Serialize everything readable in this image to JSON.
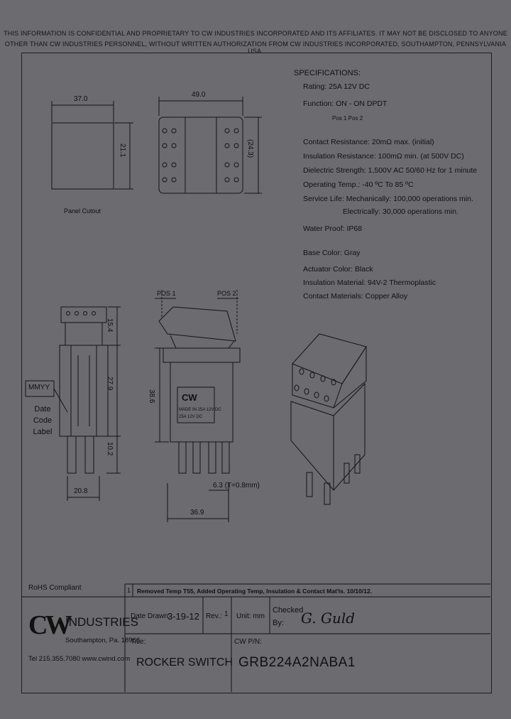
{
  "confidential": {
    "line1": "THIS INFORMATION IS CONFIDENTIAL AND PROPRIETARY TO CW INDUSTRIES INCORPORATED AND ITS AFFILIATES. IT MAY NOT BE DISCLOSED TO ANYONE",
    "line2": "OTHER THAN CW INDUSTRIES PERSONNEL, WITHOUT WRITTEN AUTHORIZATION FROM CW INDUSTRIES INCORPORATED, SOUTHAMPTON, PENNSYLVANIA USA."
  },
  "specs": {
    "heading": "SPECIFICATIONS:",
    "rating": "Rating: 25A 12V DC",
    "function": "Function:  ON - ON    DPDT",
    "positions": "Pos 1  Pos 2",
    "contact_resistance": "Contact Resistance: 20mΩ max. (initial)",
    "insulation_resistance": "Insulation Resistance: 100mΩ min. (at 500V DC)",
    "dielectric": "Dielectric Strength: 1,500V AC 50/60 Hz for 1 minute",
    "operating_temp": "Operating Temp.: -40 ºC To 85 ºC",
    "service_life_mech": "Service Life: Mechanically: 100,000 operations min.",
    "service_life_elec": "Electrically: 30,000 operations min.",
    "water_proof": "Water Proof: IP68",
    "base_color": "Base Color: Gray",
    "actuator_color": "Actuator Color: Black",
    "insulation_material": "Insulation Material: 94V-2 Thermoplastic",
    "contact_material": "Contact Materials: Copper Alloy"
  },
  "dims": {
    "panel_w": "37.0",
    "panel_h": "21.1",
    "top_w": "49.0",
    "top_h": "(24.3)",
    "panel_cutout": "Panel Cutout",
    "pos1": "POS 1",
    "pos2": "POS 2",
    "side_h1": "15.4",
    "side_h2": "27.9",
    "side_h3": "10.2",
    "side_w": "20.8",
    "front_h": "38.6",
    "terminal": "6.3 (T=0.8mm)",
    "front_w": "36.9",
    "date_code_box": "MMYY",
    "date_code_label": "Date Code Label",
    "front_label1": "CW",
    "front_label2": "MADE IN 25A 12V DC",
    "front_label3": "25A 12V DC"
  },
  "title_block": {
    "rohs": "RoHS Compliant",
    "rev_num": "1",
    "rev_desc": "Removed Temp T55, Added Operating Temp, Insulation & Contact Mat'ls. 10/10/12.",
    "logo": "CW",
    "company": "INDUSTRIES",
    "address": "Southampton, Pa. 18966",
    "phone": "Tel 215.355.7080 www.cwind.com",
    "date_drawn_label": "Date Drawn:",
    "date_drawn": "3-19-12",
    "rev_label": "Rev.:",
    "rev": "1",
    "unit_label": "Unit: mm",
    "checked_label": "Checked By:",
    "checked_sig": "G. Guld",
    "title_label": "Title:",
    "title": "ROCKER SWITCH",
    "pn_label": "CW P/N:",
    "pn": "GRB224A2NABA1"
  }
}
